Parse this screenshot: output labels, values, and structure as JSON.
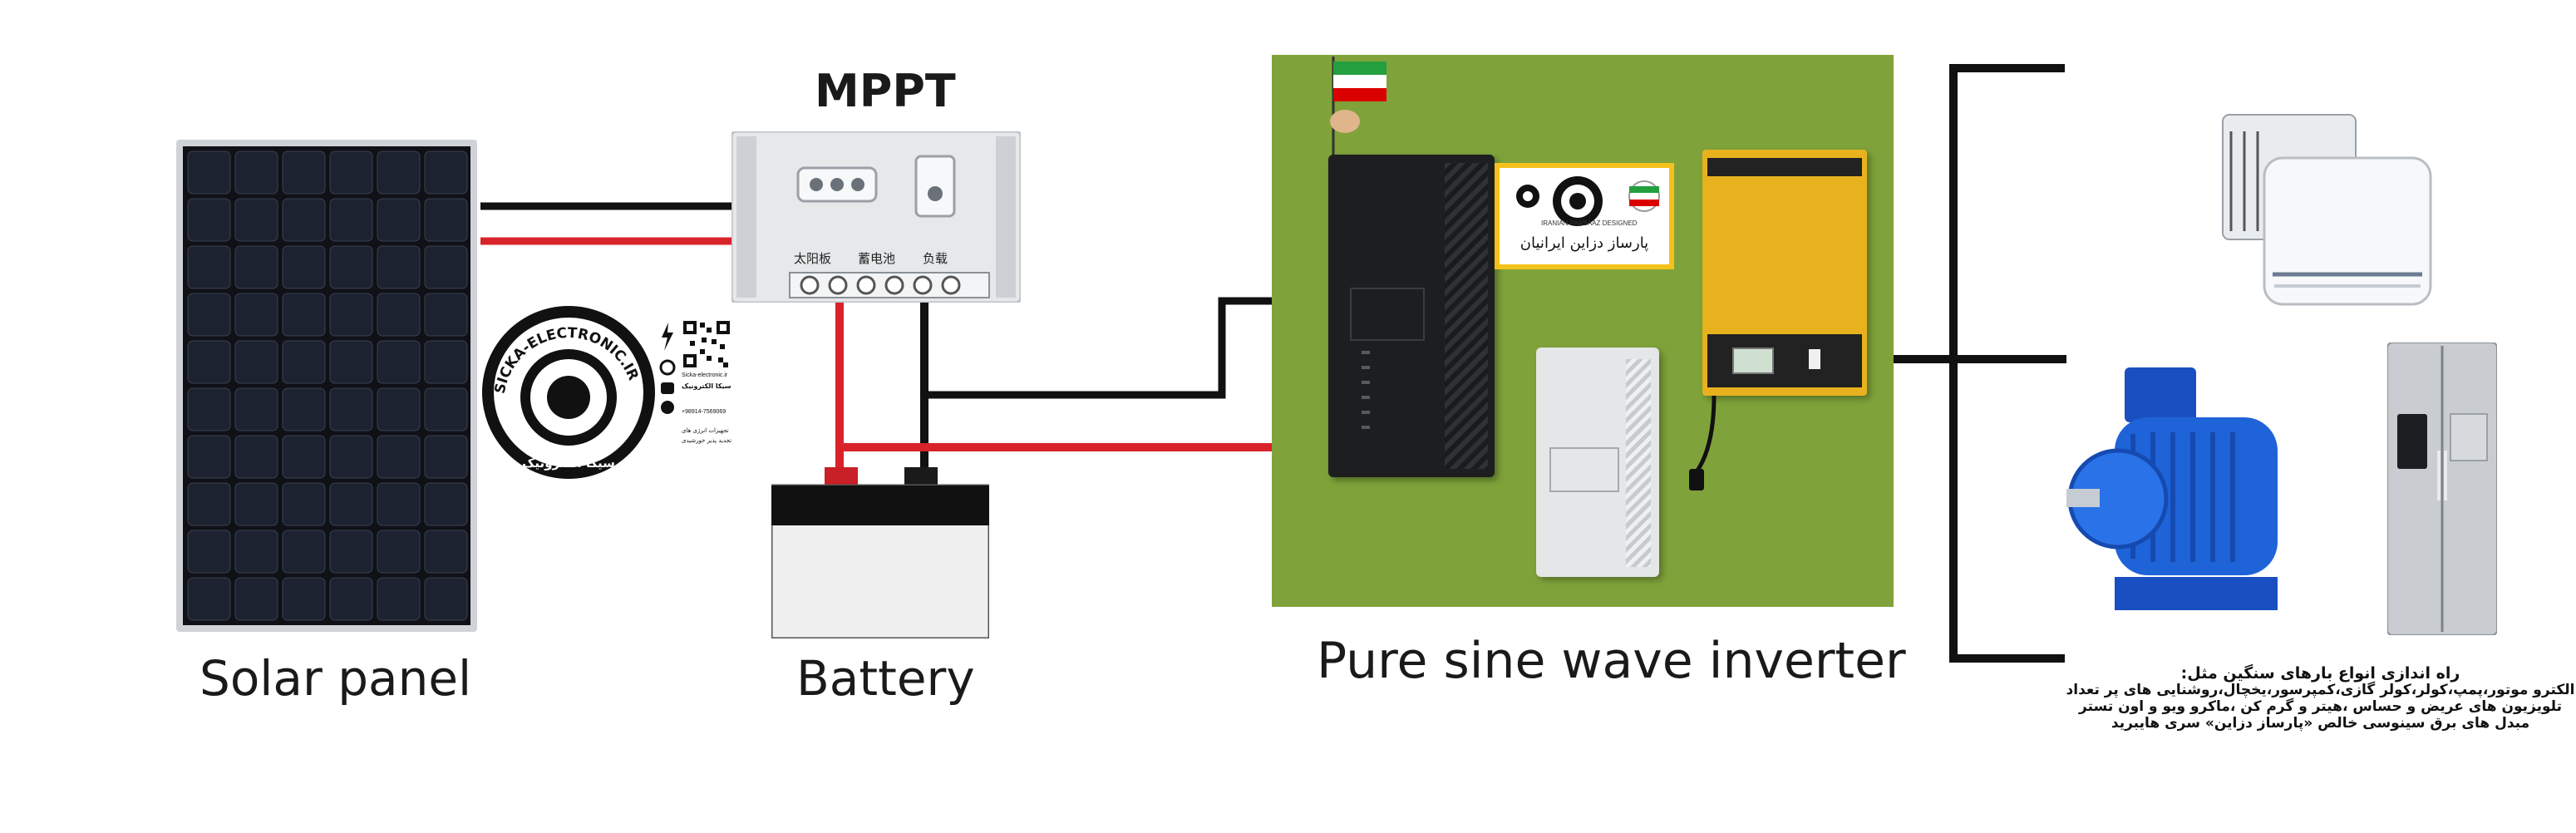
{
  "labels": {
    "mppt": "MPPT",
    "solar_panel": "Solar panel",
    "battery": "Battery",
    "inverter": "Pure sine wave inverter"
  },
  "controller_terminals": [
    "太阳板",
    "蓄电池",
    "负载"
  ],
  "seal": {
    "ring_text": "SICKA-ELECTRONIC.IR",
    "bottom_text": "سیکا الکترونیک",
    "website": "Sicka-electronic.ir",
    "name": "سیکا الکترونیک",
    "phone": "+98914-7569069",
    "note1": "تجهیزات انرژی های",
    "note2": "تجدید پذیر خورشیدی"
  },
  "brand_card": {
    "name": "پارساز دزاین ایرانیان",
    "tag": "IRANIAN PARSAAZ DESIGNED"
  },
  "caption_lines": [
    "راه اندازی انواع بارهای سنگین مثل:",
    "الکترو موتور،پمپ،کولر،کولر گازی،کمپرسور،یخچال،روشنایی های پر تعداد",
    "تلویزیون های عریض و حساس ،هیتر و گرم کن ،ماکرو ویو و اون تستر",
    "مبدل های برق سینوسی خالص «پارساز دزاین» سری هایبرید"
  ],
  "colors": {
    "wire_red": "#d8232a",
    "wire_black": "#111111",
    "photo_green": "#7fa33a",
    "inverter_yellow": "#e8b21f",
    "motor_blue": "#1f63d8"
  }
}
